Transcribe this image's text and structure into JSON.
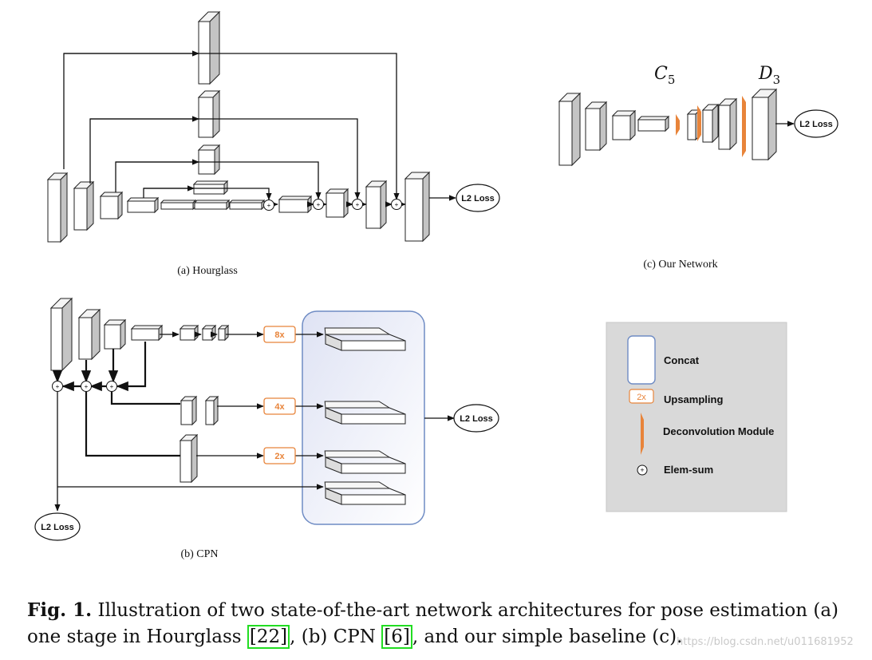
{
  "panels": {
    "hourglass_label": "(a) Hourglass",
    "cpn_label": "(b) CPN",
    "ours_label": "(c) Our Network"
  },
  "loss_label": "L2 Loss",
  "ours": {
    "c_symbol": "C",
    "c_sub": "5",
    "d_symbol": "D",
    "d_sub": "3"
  },
  "cpn": {
    "upsample_labels": [
      "8x",
      "4x",
      "2x"
    ]
  },
  "legend": {
    "concat": "Concat",
    "upsampling_tag": "2x",
    "upsampling": "Upsampling",
    "deconv": "Deconvolution Module",
    "elemsum": "Elem-sum",
    "plus": "+"
  },
  "caption": {
    "fig": "Fig. 1.",
    "text1": " Illustration of two state-of-the-art network architectures for pose estimation (a) one stage in Hourglass ",
    "ref1": "[22]",
    "text2": ", (b) CPN ",
    "ref2": "[6]",
    "text3": ", and our simple baseline (c)."
  },
  "watermark": "https://blog.csdn.net/u011681952",
  "colors": {
    "orange": "#e8843a",
    "legend_bg": "#d9d9d9",
    "concat_border": "#6f8cc4"
  }
}
